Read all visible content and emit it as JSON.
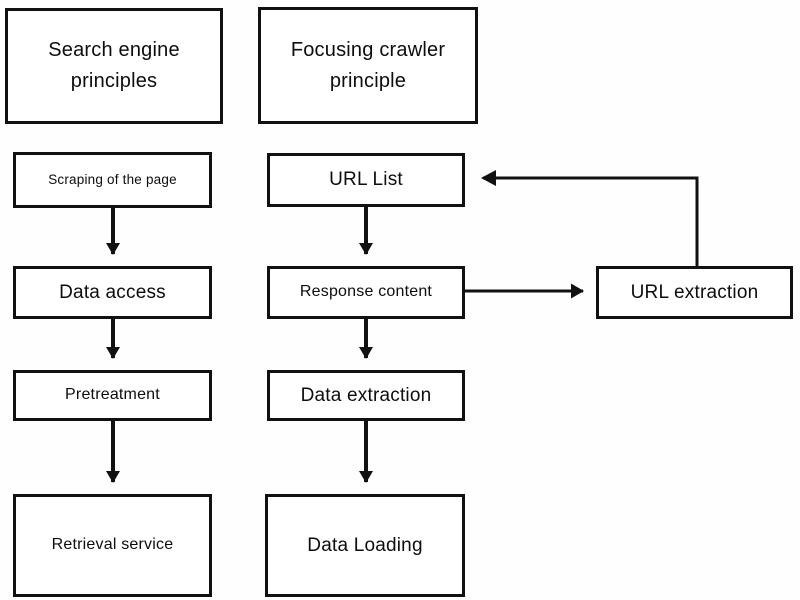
{
  "diagram": {
    "title": "Search engine principles and Focusing crawler principle",
    "background_color": "#fefefe",
    "stroke_color": "#111111",
    "text_color": "#0d0d0d",
    "columns": [
      {
        "name": "search-engine",
        "header": "Search engine principles"
      },
      {
        "name": "focusing-crawler",
        "header": "Focusing crawler principle"
      }
    ],
    "nodes": {
      "search_header": "Search engine principles",
      "crawler_header": "Focusing crawler principle",
      "scraping_page": "Scraping of the page",
      "data_access": "Data access",
      "pretreatment": "Pretreatment",
      "retrieval_service": "Retrieval service",
      "url_list": "URL List",
      "response_content": "Response content",
      "data_extraction": "Data extraction",
      "data_loading": "Data Loading",
      "url_extraction": "URL extraction"
    },
    "flows": {
      "left_chain": [
        "Scraping of the page",
        "Data access",
        "Pretreatment",
        "Retrieval service"
      ],
      "right_chain": [
        "URL List",
        "Response content",
        "Data extraction",
        "Data Loading"
      ],
      "branch": "Response content -> URL extraction",
      "feedback": "URL extraction -> URL List"
    }
  }
}
